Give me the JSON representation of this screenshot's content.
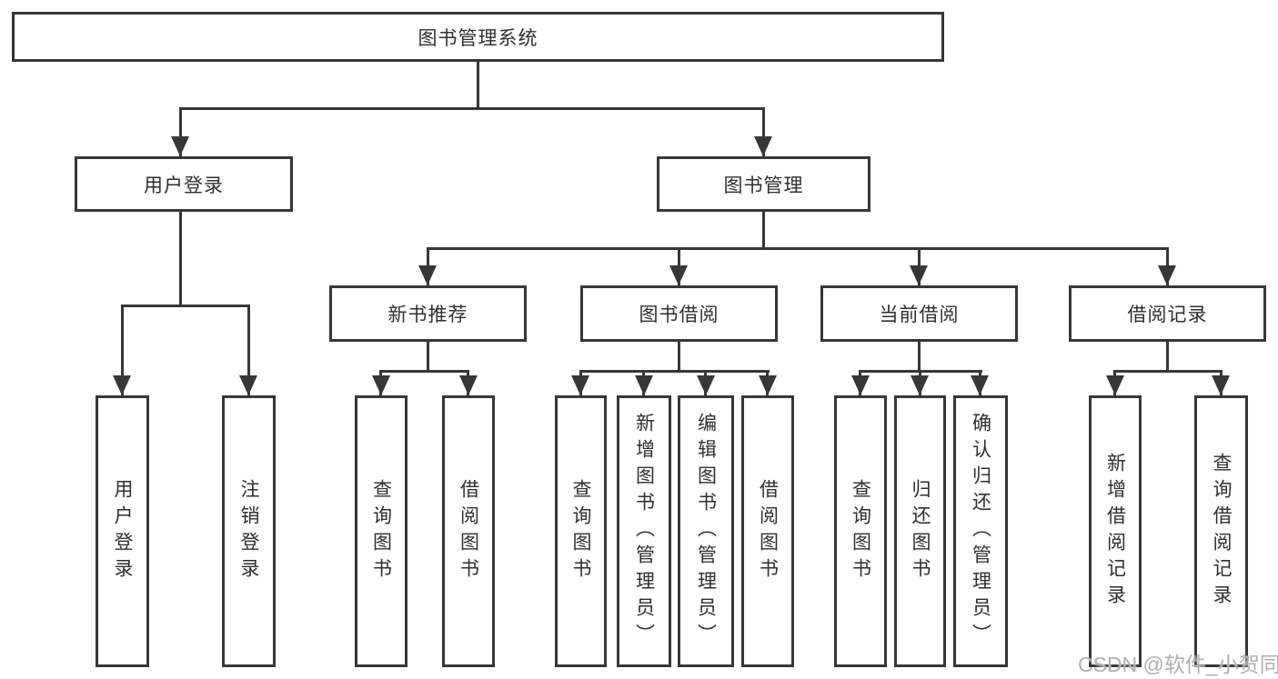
{
  "tree": {
    "root": {
      "label": "图书管理系统",
      "children": [
        {
          "label": "用户登录",
          "children": [
            {
              "label": "用户登录"
            },
            {
              "label": "注销登录"
            }
          ]
        },
        {
          "label": "图书管理",
          "children": [
            {
              "label": "新书推荐",
              "children": [
                {
                  "label": "查询图书"
                },
                {
                  "label": "借阅图书"
                }
              ]
            },
            {
              "label": "图书借阅",
              "children": [
                {
                  "label": "查询图书"
                },
                {
                  "label": "新增图书（管理员）"
                },
                {
                  "label": "编辑图书（管理员）"
                },
                {
                  "label": "借阅图书"
                }
              ]
            },
            {
              "label": "当前借阅",
              "children": [
                {
                  "label": "查询图书"
                },
                {
                  "label": "归还图书"
                },
                {
                  "label": "确认归还（管理员）"
                }
              ]
            },
            {
              "label": "借阅记录",
              "children": [
                {
                  "label": "新增借阅记录"
                },
                {
                  "label": "查询借阅记录"
                }
              ]
            }
          ]
        }
      ]
    }
  },
  "watermark": {
    "text": "CSDN @软件_小贺同学"
  },
  "colors": {
    "line": "#373737",
    "background": "#ffffff",
    "watermark": "#b0b0b0"
  }
}
